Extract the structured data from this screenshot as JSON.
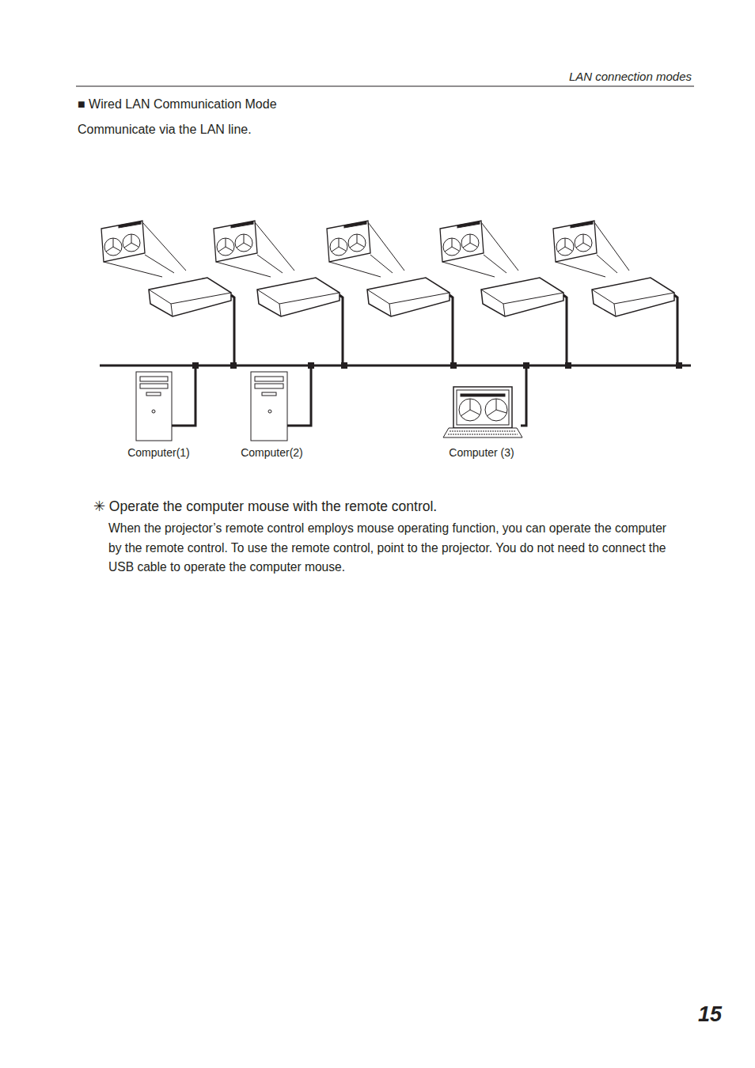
{
  "diagram": {
    "title": "■ Wired LAN Communication Mode",
    "nodes": [
      {
        "text": [
          "Computer(1)"
        ]
      },
      {
        "text": [
          "Computer(2)"
        ]
      },
      {
        "text": [
          "Computer (3)"
        ]
      }
    ],
    "labels": [
      "LAN connection modes",
      "Communicate via the LAN line.",
      "✳ Operate the computer mouse with the remote control.",
      "When the projector’s remote control employs mouse operating function, you can operate the computer by the remote control. To use the remote control, point to the projector. You do not need to connect the USB cable to operate the computer mouse.",
      "15"
    ]
  }
}
